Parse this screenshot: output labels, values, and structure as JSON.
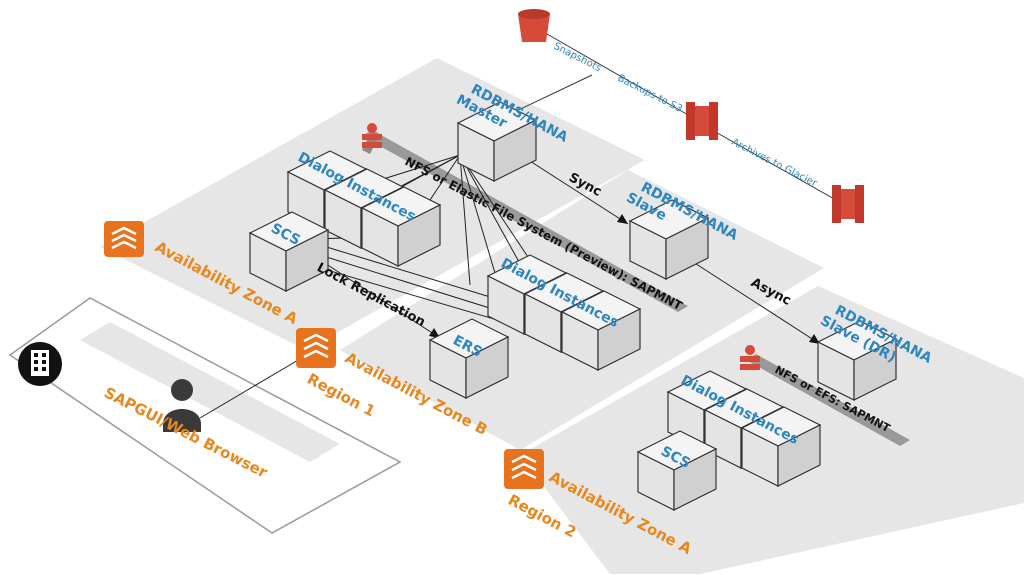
{
  "buckets": {
    "snapshots": "Snapshots",
    "backups": "Backups to S3",
    "archives": "Archives to Glacier"
  },
  "zones": {
    "az_a": "Availability Zone A",
    "az_b": "Availability Zone B",
    "r2_az_a": "Availability Zone A",
    "region1": "Region 1",
    "region2": "Region 2"
  },
  "nodes": {
    "master": [
      "RDBMS/HANA",
      "Master"
    ],
    "slave": [
      "RDBMS/HANA",
      "Slave"
    ],
    "slave_dr": [
      "RDBMS/HANA",
      "Slave (DR)"
    ],
    "dialog_a": "Dialog Instances",
    "dialog_b": "Dialog Instances",
    "dialog_r2": "Dialog Instances",
    "scs": "SCS",
    "scs_r2": "SCS",
    "ers": "ERS"
  },
  "links": {
    "sync": "Sync",
    "async": "Async",
    "lock_replication": "Lock Replication"
  },
  "banners": {
    "nfs_main": "NFS or Elastic File System (Preview): SAPMNT",
    "nfs_r2": "NFS or EFS: SAPMNT"
  },
  "client": {
    "label": "SAPGUI/Web Browser"
  },
  "colors": {
    "label_blue": "#2e86c1",
    "label_orange": "#e8871e",
    "zone_fill": "#e6e6e6",
    "s3_red": "#d64a3a",
    "aws_orange": "#e8731e",
    "banner_gray": "#9a9a9a"
  }
}
